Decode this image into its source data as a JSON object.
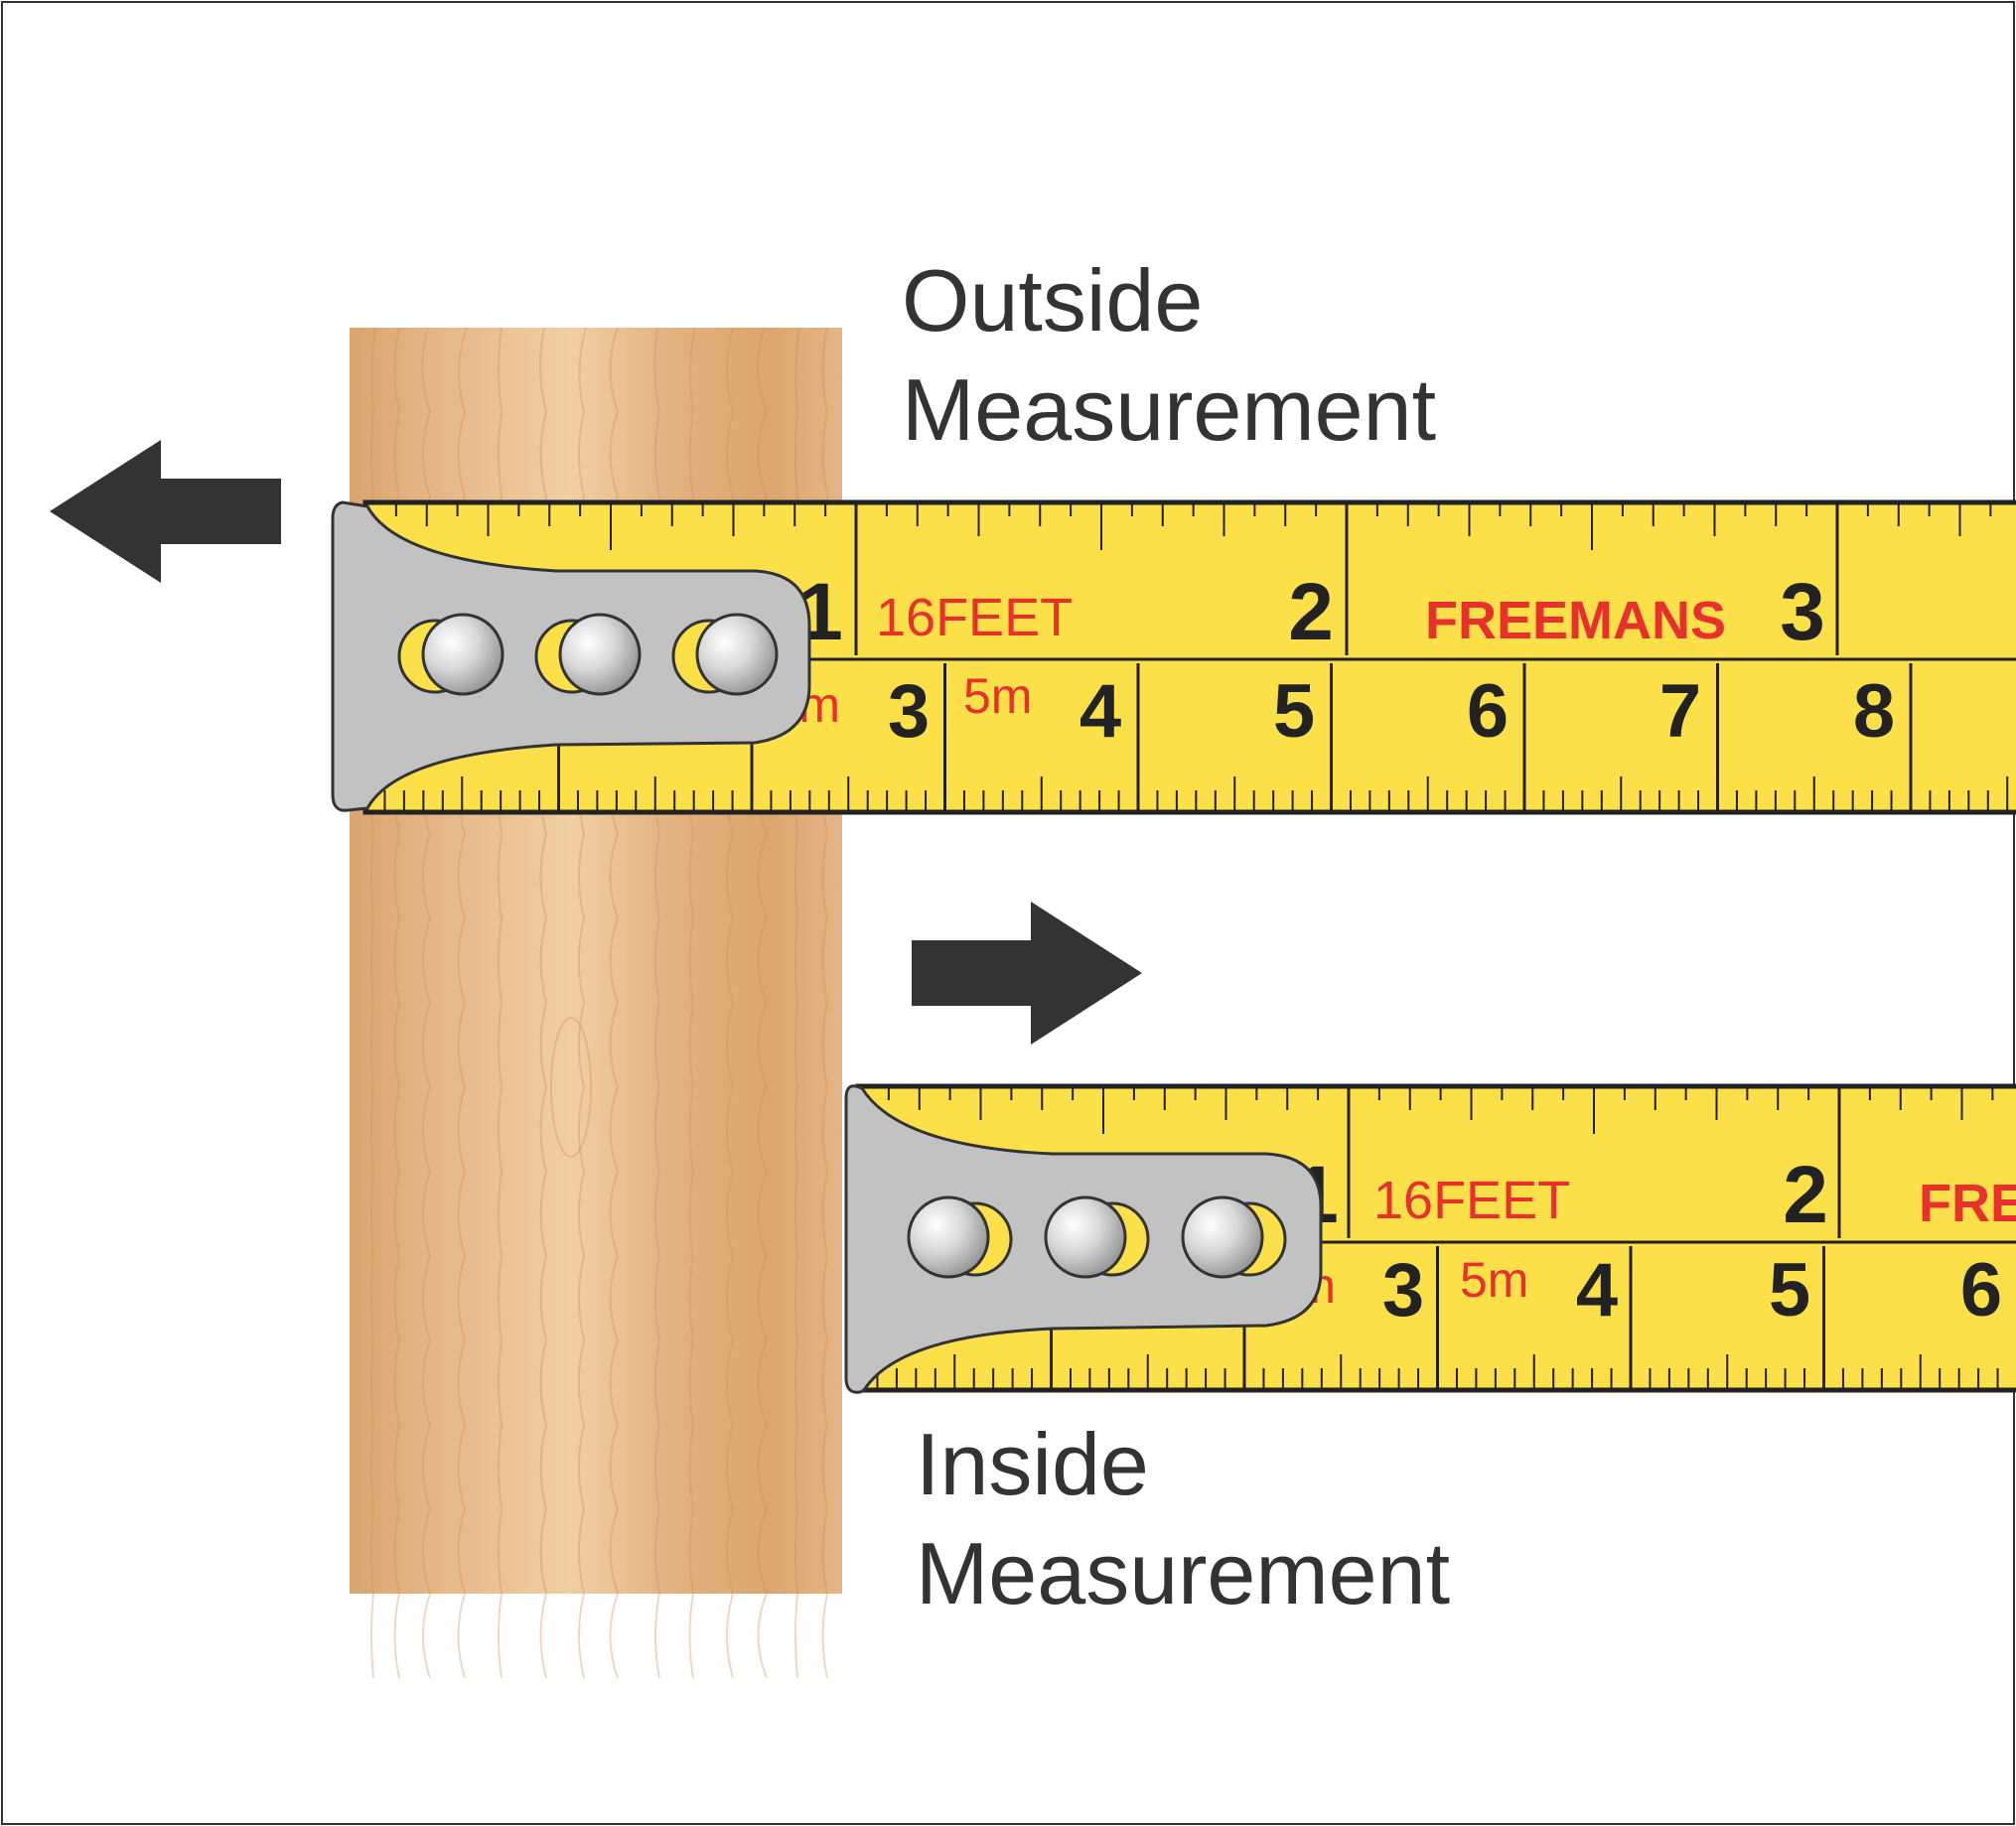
{
  "captions": {
    "outside": {
      "line1": "Outside",
      "line2": "Measurement"
    },
    "inside": {
      "line1": "Inside",
      "line2": "Measurement"
    }
  },
  "tape": {
    "brand": "FREEMANS",
    "length_imperial": "16FEET",
    "length_metric": "5m",
    "metric_unit_fragment": "m",
    "upper_numbers_outside": [
      "1",
      "2",
      "3"
    ],
    "upper_numbers_inside": [
      "1",
      "2"
    ],
    "lower_numbers_outside": [
      "3",
      "4",
      "5",
      "6",
      "7",
      "8"
    ],
    "lower_numbers_inside": [
      "3",
      "4",
      "5",
      "6"
    ],
    "colors": {
      "blade": "#fbe04a",
      "text_black": "#222222",
      "text_red": "#e8302c",
      "hook": "#c2c2c2",
      "arrow": "#333333"
    }
  },
  "icons": {
    "outside_arrow": "arrow-left-icon",
    "inside_arrow": "arrow-right-icon",
    "rivet": "rivet-icon"
  }
}
